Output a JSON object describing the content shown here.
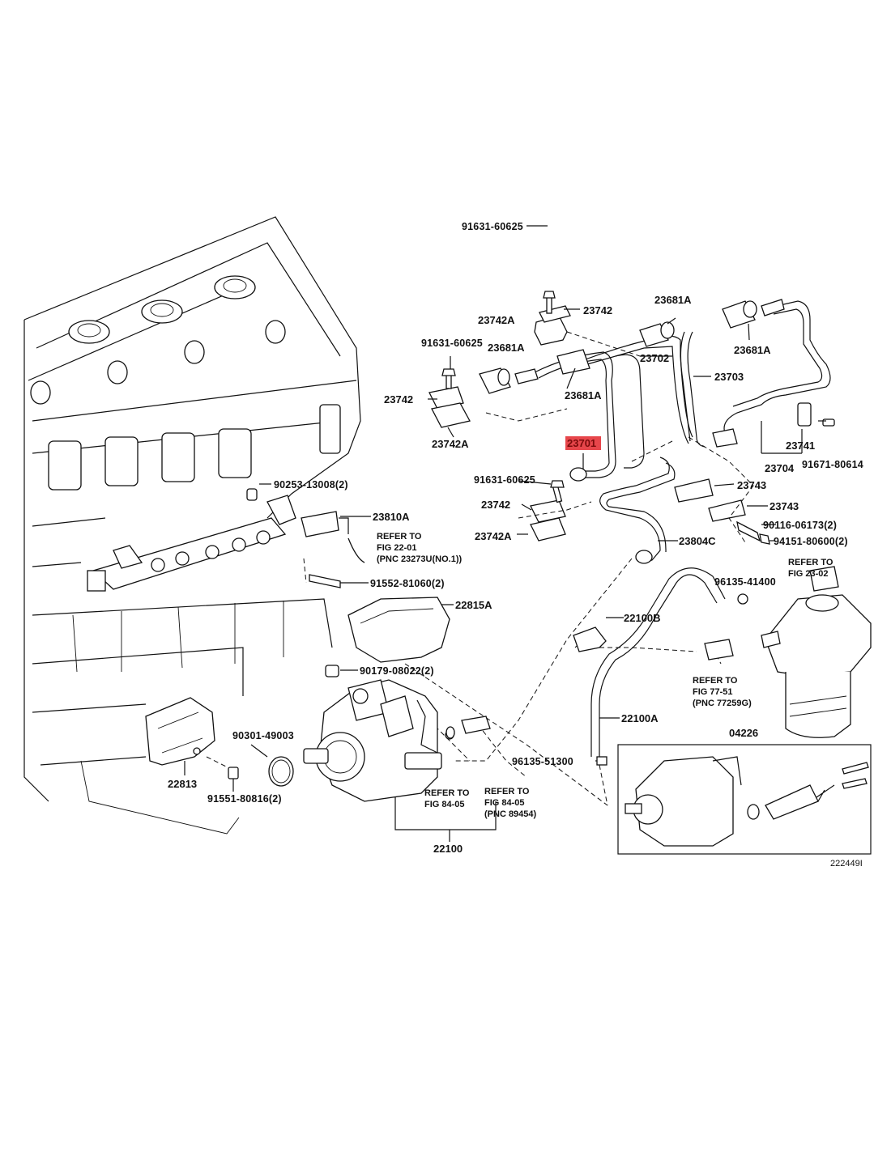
{
  "highlight_color": "#e3262b",
  "labels": {
    "p91631_top": "91631-60625",
    "p23742A_top": "23742A",
    "p23742_top": "23742",
    "p23681A_top": "23681A",
    "p91631_mid": "91631-60625",
    "p23681A_mid": "23681A",
    "p23702": "23702",
    "p23703": "23703",
    "p23681A_right": "23681A",
    "p23742_left": "23742",
    "p23681A_low": "23681A",
    "p23742A_left": "23742A",
    "p23701": "23701",
    "p23741": "23741",
    "p23704": "23704",
    "p91671": "91671-80614",
    "p91631_low": "91631-60625",
    "p23743_a": "23743",
    "p23742_low": "23742",
    "p23743_b": "23743",
    "p90116": "90116-06173(2)",
    "p23742A_low": "23742A",
    "p94151": "94151-80600(2)",
    "p23804C": "23804C",
    "p90253": "90253-13008(2)",
    "p23810A": "23810A",
    "p91552": "91552-81060(2)",
    "p22815A": "22815A",
    "p96135_41400": "96135-41400",
    "p22100B": "22100B",
    "p90179": "90179-08022(2)",
    "p22100A": "22100A",
    "p90301": "90301-49003",
    "p22813": "22813",
    "p91551": "91551-80816(2)",
    "p04226": "04226",
    "p96135_51300": "96135-51300",
    "p22100": "22100",
    "diagram_id": "222449I"
  },
  "refs": {
    "r1_l1": "REFER TO",
    "r1_l2": "FIG 22-01",
    "r1_l3": "(PNC 23273U(NO.1))",
    "r2_l1": "REFER TO",
    "r2_l2": "FIG 23-02",
    "r3_l1": "REFER TO",
    "r3_l2": "FIG 77-51",
    "r3_l3": "(PNC 77259G)",
    "r4_l1": "REFER TO",
    "r4_l2": "FIG 84-05",
    "r5_l1": "REFER TO",
    "r5_l2": "FIG 84-05",
    "r5_l3": "(PNC 89454)"
  }
}
